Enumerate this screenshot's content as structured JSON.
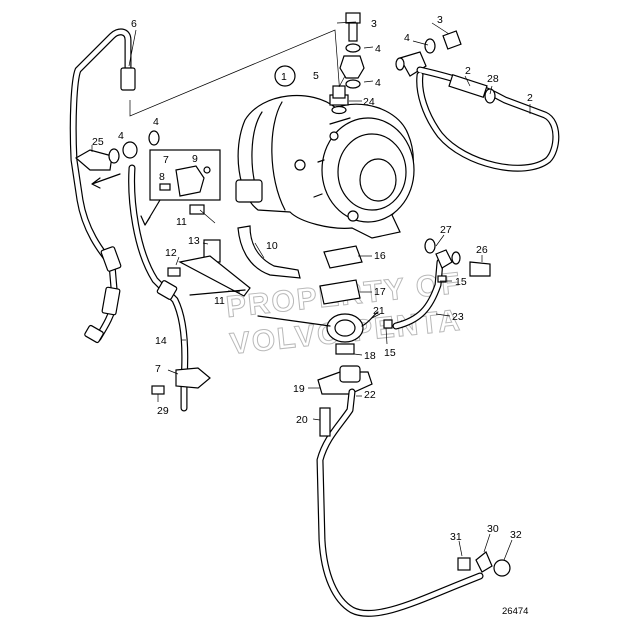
{
  "diagram": {
    "reference_number": "26474",
    "watermark": [
      "PROPERTY OF",
      "VOLVO PENTA"
    ],
    "assembly_marker": "1",
    "callouts": {
      "c6": "6",
      "c3a": "3",
      "c3b": "3",
      "c4a": "4",
      "c4b": "4",
      "c4c": "4",
      "c4d": "4",
      "c4e": "4",
      "c5": "5",
      "c24": "24",
      "c2a": "2",
      "c2b": "2",
      "c28": "28",
      "c25": "25",
      "c7a": "7",
      "c9": "9",
      "c8": "8",
      "c11a": "11",
      "c11b": "11",
      "c10": "10",
      "c13": "13",
      "c12": "12",
      "c27": "27",
      "c26": "26",
      "c16": "16",
      "c17": "17",
      "c15a": "15",
      "c15b": "15",
      "c21": "21",
      "c23": "23",
      "c18": "18",
      "c14": "14",
      "c7b": "7",
      "c29": "29",
      "c19": "19",
      "c22": "22",
      "c20": "20",
      "c31": "31",
      "c30": "30",
      "c32": "32"
    }
  }
}
